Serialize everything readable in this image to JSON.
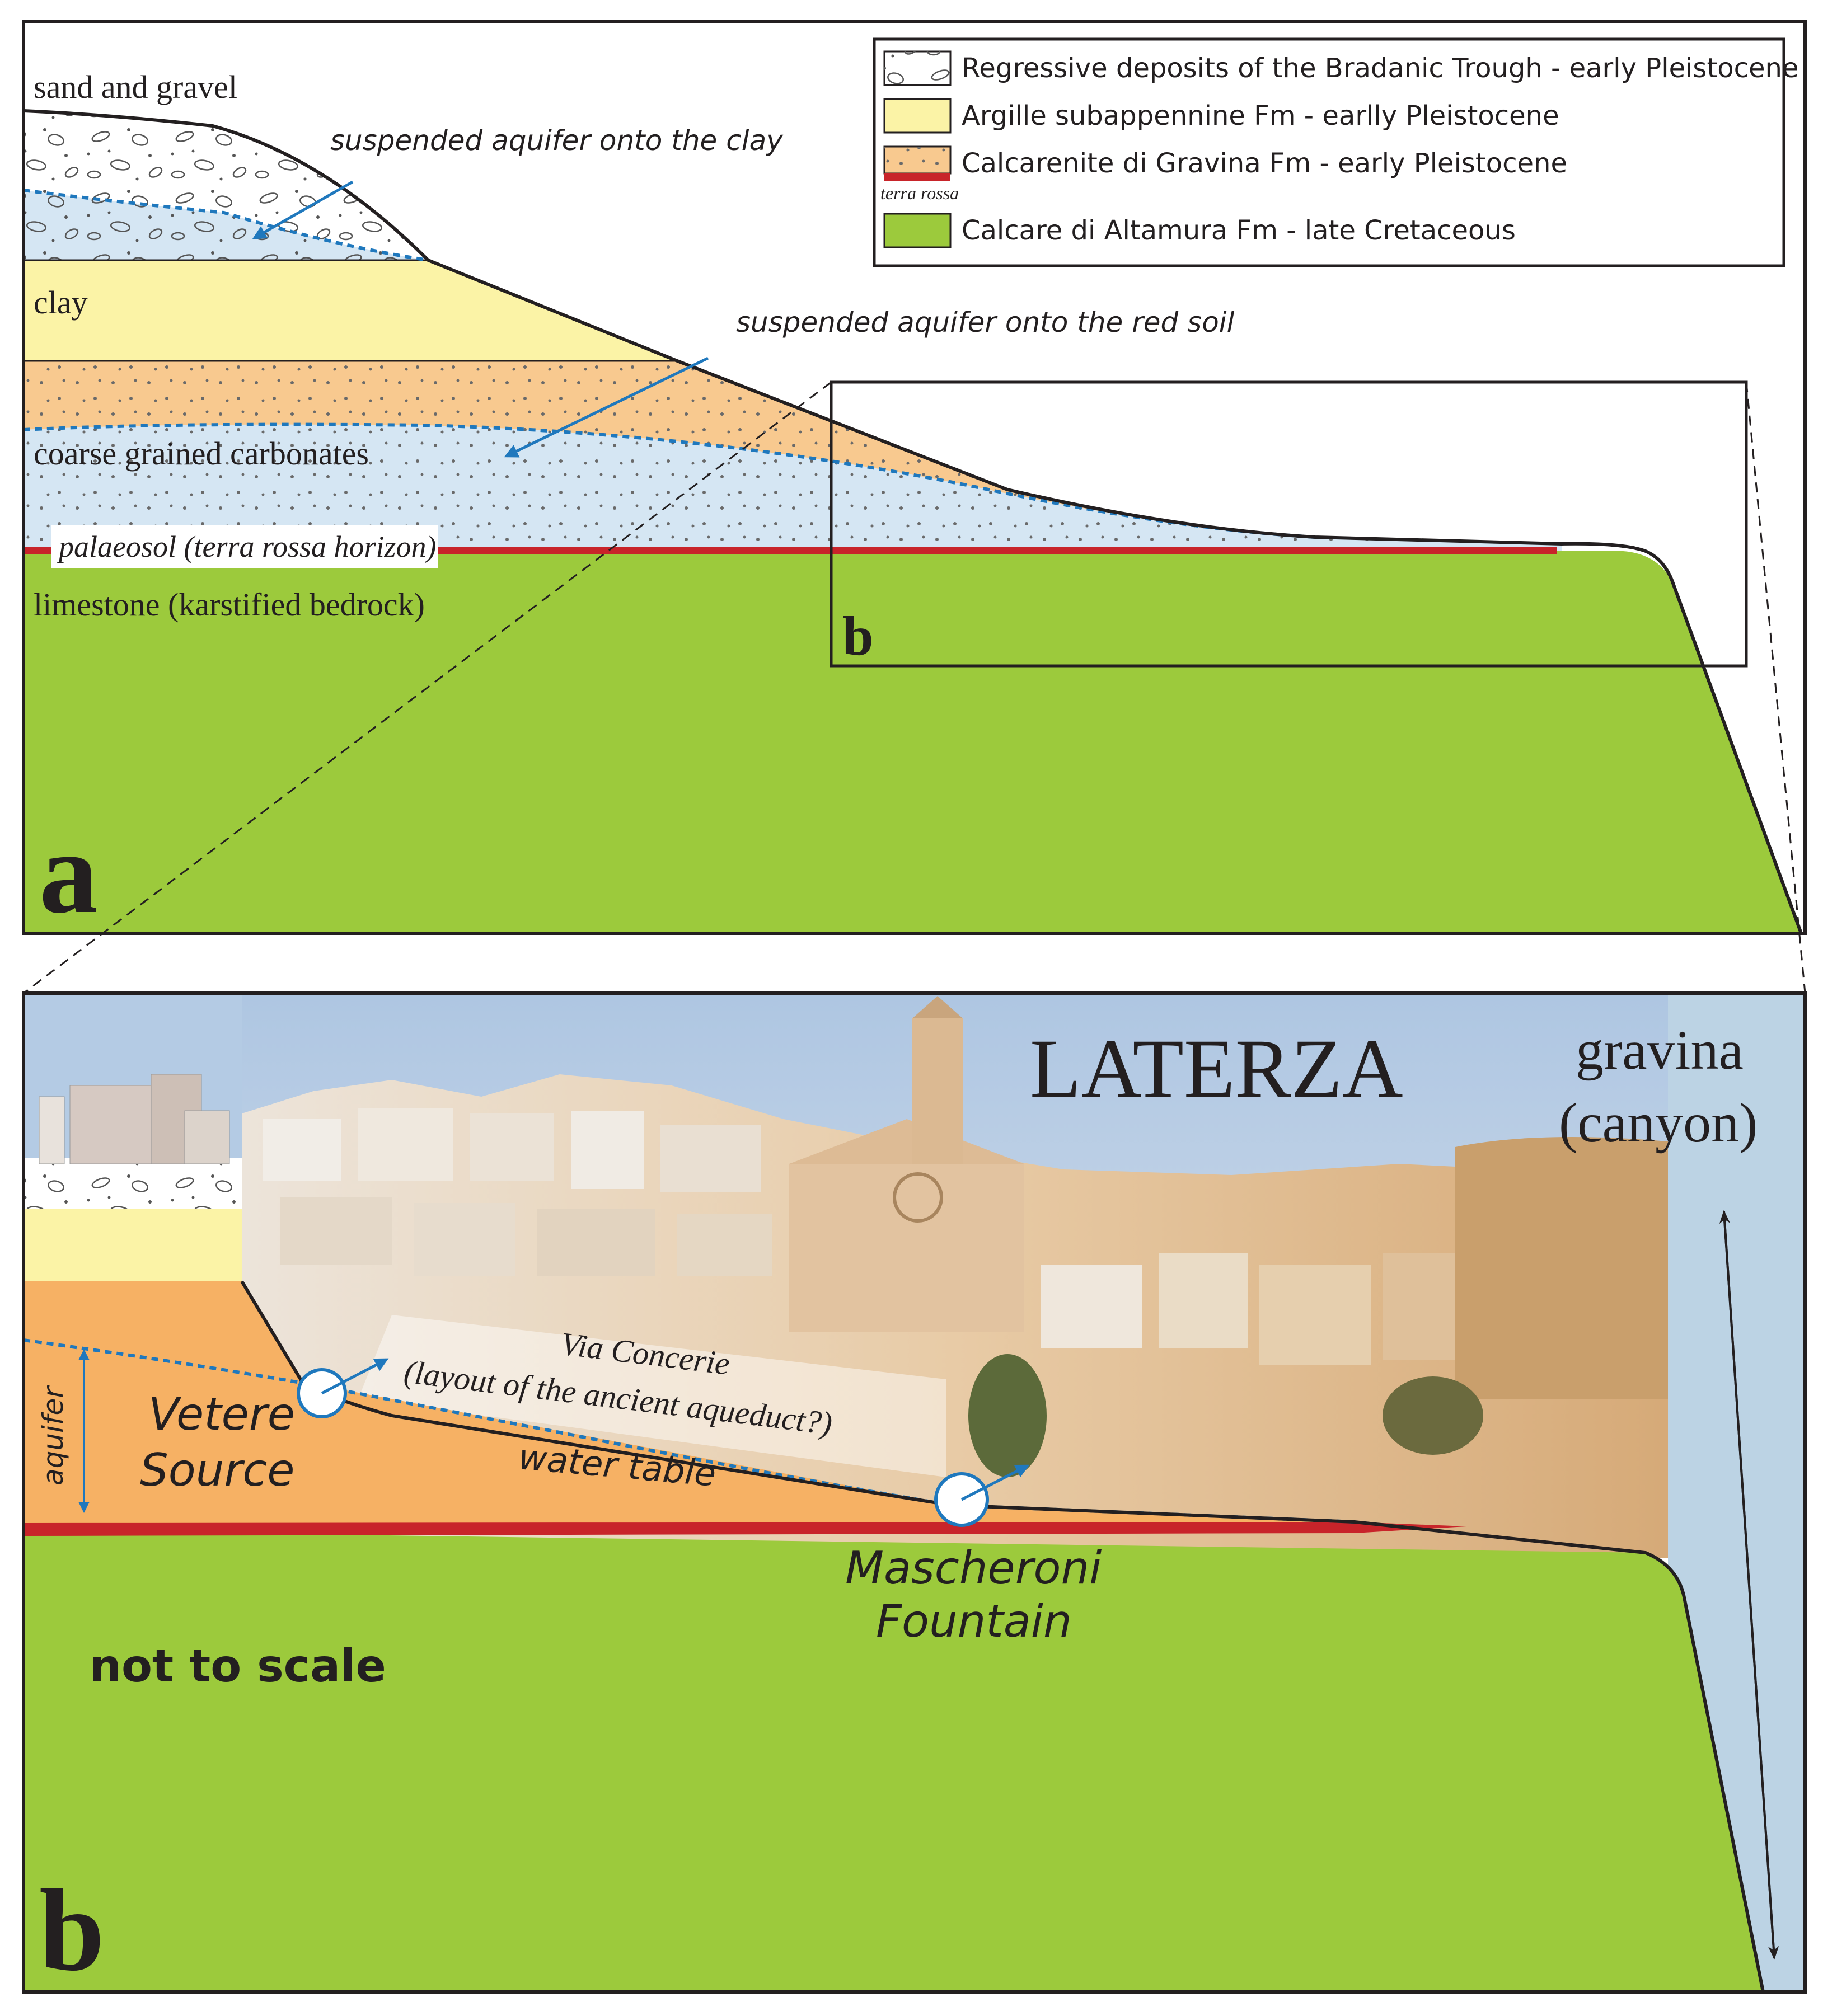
{
  "panel_a": {
    "letter": "a",
    "labels": {
      "sand_gravel": "sand and gravel",
      "clay": "clay",
      "coarse": "coarse grained carbonates",
      "palaeosol": "palaeosol (terra rossa horizon)",
      "limestone": "limestone (karstified bedrock)",
      "aquifer_clay": "suspended aquifer onto the clay",
      "aquifer_redsoil": "suspended aquifer onto the red soil",
      "inset_letter": "b"
    },
    "legend": [
      {
        "label": "Regressive deposits of the Bradanic Trough - early Pleistocene",
        "swatch": "gravel"
      },
      {
        "label": "Argille subappennine Fm - earlly Pleistocene",
        "swatch": "clay"
      },
      {
        "label": "Calcarenite di Gravina Fm - early Pleistocene",
        "swatch": "calcarenite",
        "sublabel": "terra rossa"
      },
      {
        "label": "Calcare di Altamura Fm - late Cretaceous",
        "swatch": "limestone"
      }
    ]
  },
  "panel_b": {
    "letter": "b",
    "town": "LATERZA",
    "canyon_line1": "gravina",
    "canyon_line2": "(canyon)",
    "aquifer": "aquifer",
    "vetere_line1": "Vetere",
    "vetere_line2": "Source",
    "via_line1": "Via Concerie",
    "via_line2": "(layout of the ancient aqueduct?)",
    "water_table": "water table",
    "mascheroni_line1": "Mascheroni",
    "mascheroni_line2": "Fountain",
    "scale_note": "not to scale"
  },
  "colors": {
    "clay": "#fbf3a6",
    "calcarenite": "#f8c98f",
    "calcarenite_b": "#f6b164",
    "aquifer_fill": "#d5e6f3",
    "terra_rossa": "#c8242a",
    "limestone": "#9cca3c",
    "canyon": "#bcd3e4",
    "water_line": "#1f78bd",
    "sky": "#b4cbe4",
    "stone": "#e4c8a4",
    "line": "#231f20"
  }
}
